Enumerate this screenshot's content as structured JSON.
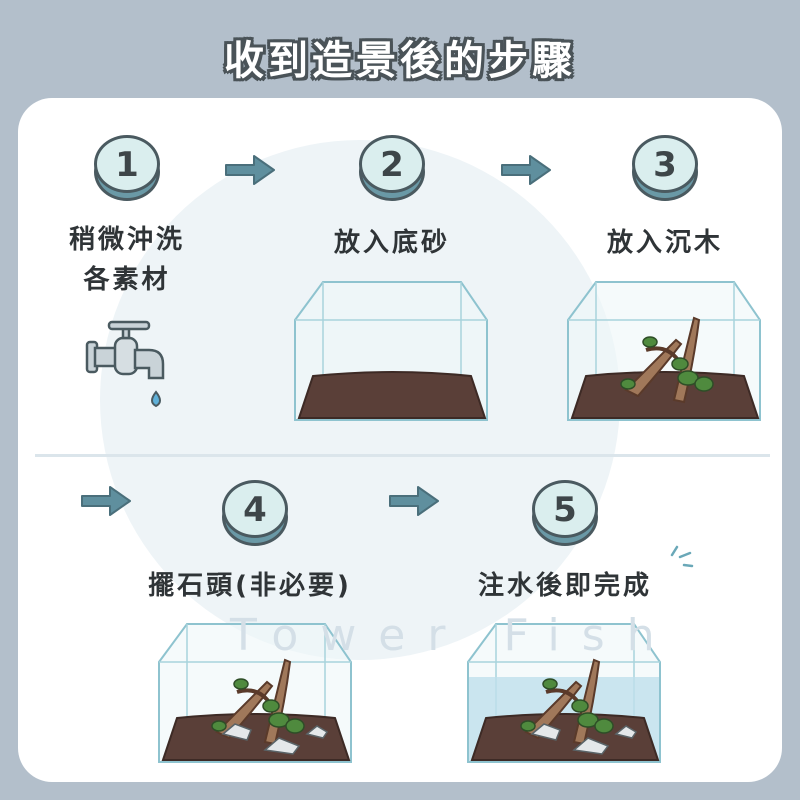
{
  "title": "收到造景後的步驟",
  "steps": [
    {
      "number": "1",
      "label_lines": [
        "稍微沖洗",
        "各素材"
      ]
    },
    {
      "number": "2",
      "label": "放入底砂"
    },
    {
      "number": "3",
      "label": "放入沉木"
    },
    {
      "number": "4",
      "label": "擺石頭(非必要)"
    },
    {
      "number": "5",
      "label": "注水後即完成"
    }
  ],
  "watermark": "Tower Fish",
  "colors": {
    "background": "#b3bfcb",
    "arrow": "#5f8f9e",
    "circle_face": "#daeeee",
    "soil": "#5a3f38",
    "water": "#bfe0ec"
  }
}
